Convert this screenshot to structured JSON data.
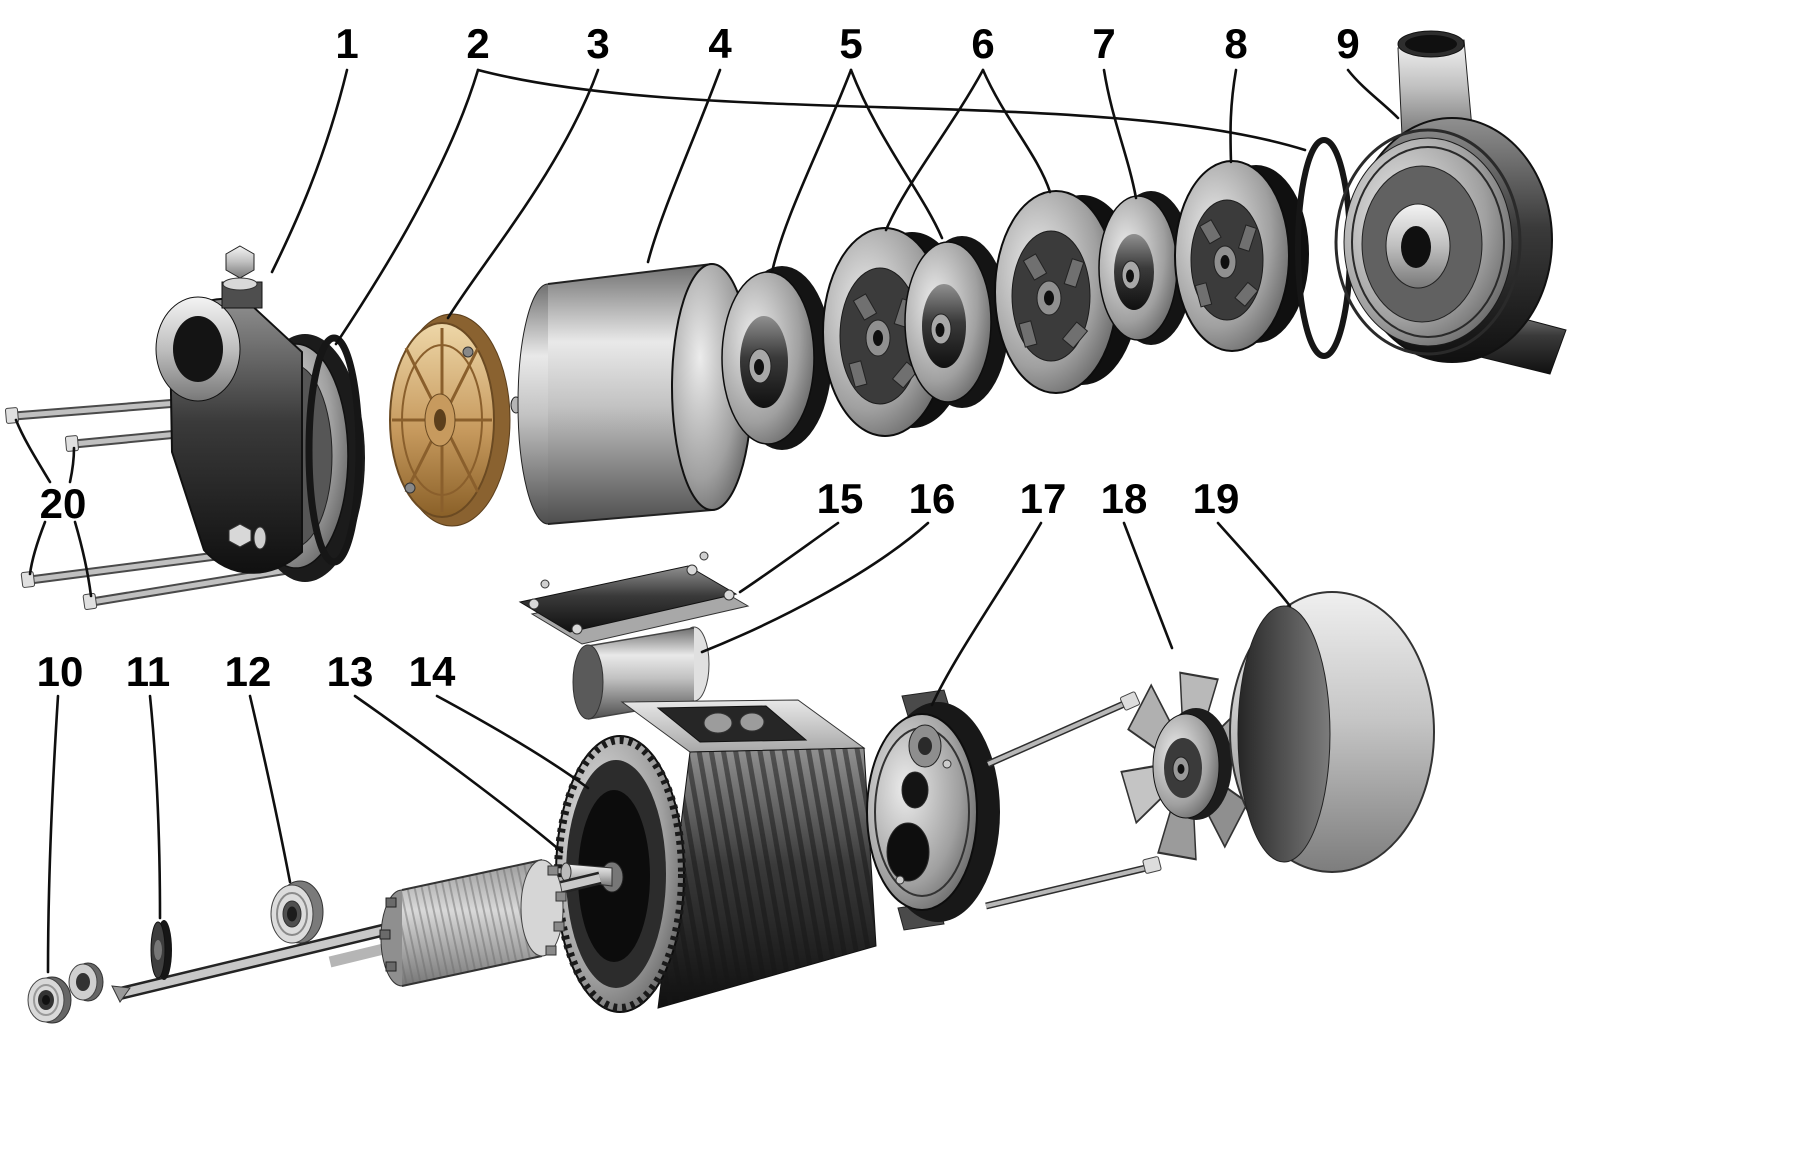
{
  "diagram": {
    "type": "exploded-parts-diagram",
    "description": "Exploded view of a multistage centrifugal pump with motor, numbered parts 1-20",
    "background_color": "#ffffff",
    "line_color": "#111111",
    "accent_colors": {
      "diffuser_plate_tan": "#c79a5e",
      "metal_light": "#d9d9d9",
      "metal_dark": "#2b2b2b"
    },
    "labels": [
      "1",
      "2",
      "3",
      "4",
      "5",
      "6",
      "7",
      "8",
      "9",
      "10",
      "11",
      "12",
      "13",
      "14",
      "15",
      "16",
      "17",
      "18",
      "19",
      "20"
    ]
  }
}
